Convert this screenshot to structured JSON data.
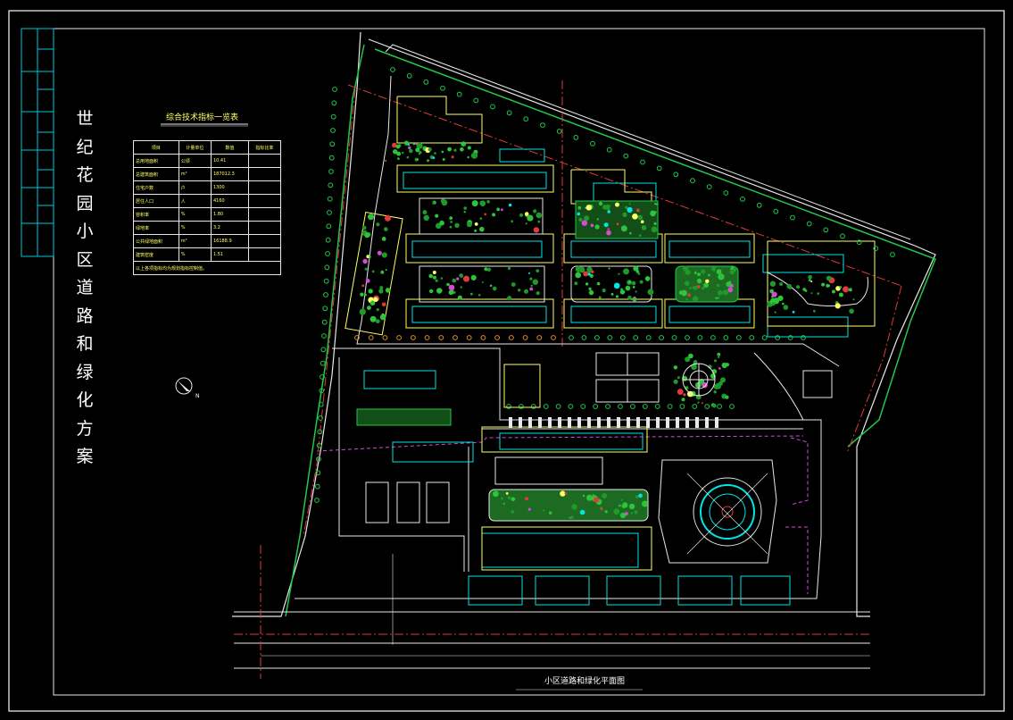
{
  "drawing": {
    "vertical_title": [
      "世",
      "纪",
      "花",
      "园",
      "小",
      "区",
      "道",
      "路",
      "和",
      "绿",
      "化",
      "方",
      "案"
    ],
    "plan_caption": "小区道路和绿化平面图",
    "north_label": "N"
  },
  "index_table": {
    "title": "综合技术指标一览表",
    "headers": [
      "项目",
      "计量单位",
      "数值",
      "指标比率"
    ],
    "rows": [
      [
        "总用地面积",
        "公顷",
        "10.41",
        ""
      ],
      [
        "总建筑面积",
        "m²",
        "187012.3",
        ""
      ],
      [
        "住宅户数",
        "户",
        "1300",
        ""
      ],
      [
        "居住人口",
        "人",
        "4160",
        ""
      ],
      [
        "容积率",
        "%",
        "1.80",
        ""
      ],
      [
        "绿地率",
        "%",
        "3.2",
        ""
      ],
      [
        "公共绿地面积",
        "m²",
        "16188.9",
        ""
      ],
      [
        "建筑密度",
        "%",
        "1.51",
        ""
      ]
    ],
    "note": "以上各项指标均为规划指标控制值。"
  },
  "colors": {
    "background": "#000000",
    "frame": "#ffffff",
    "cyan": "#00e5e5",
    "yellow": "#ffff66",
    "green": "#22c84a",
    "red": "#e23a3a",
    "magenta": "#d54bd5",
    "white": "#f0f0f0",
    "tree": "#1f9a2a"
  }
}
